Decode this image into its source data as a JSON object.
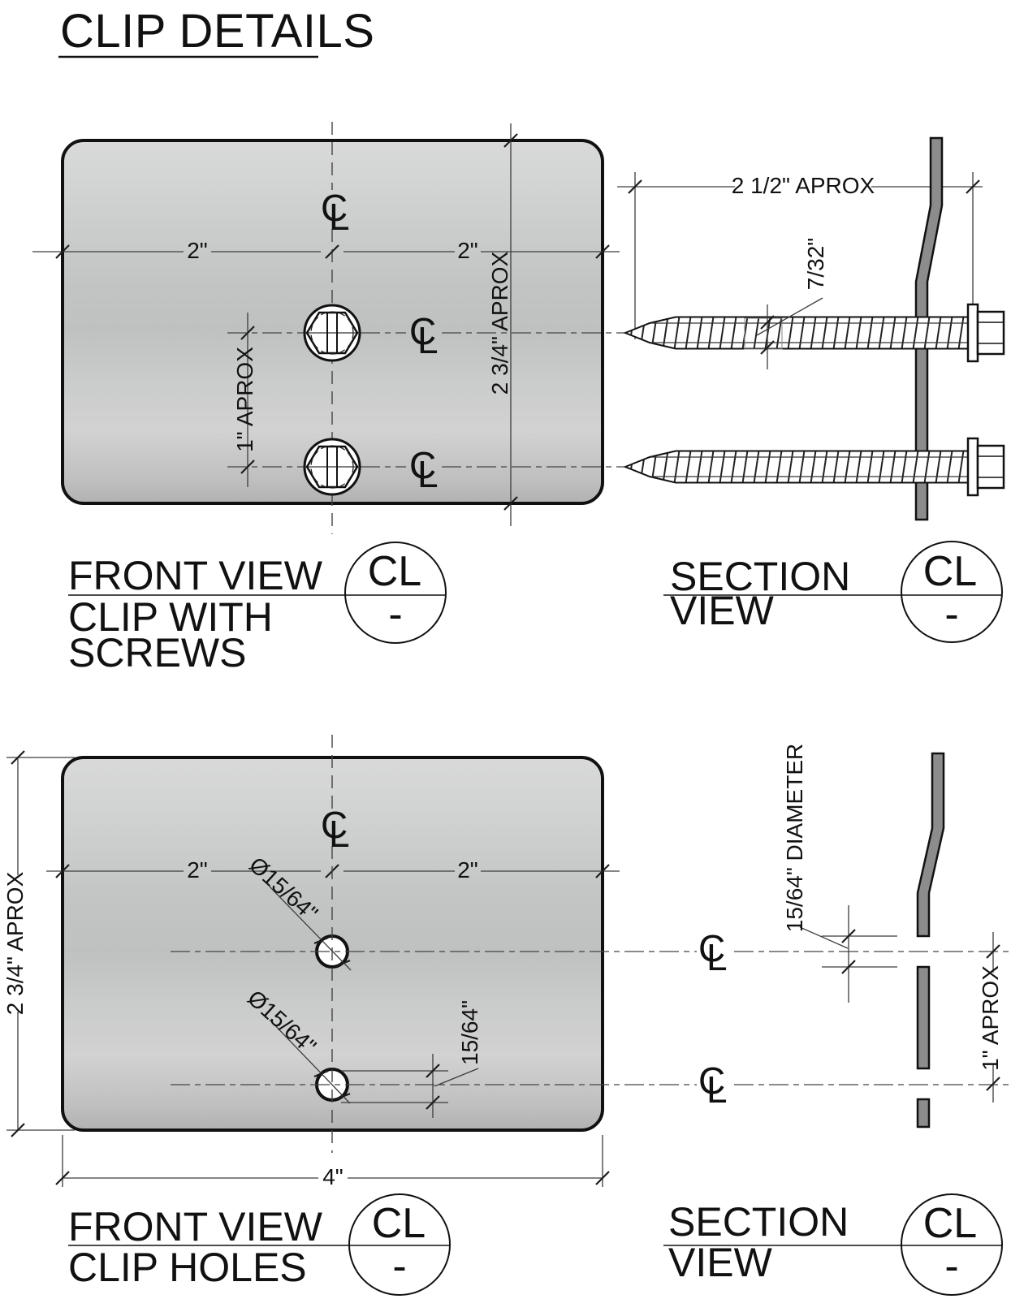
{
  "title": {
    "text": "CLIP DETAILS"
  },
  "symbols": {
    "c": "C",
    "l": "L",
    "tag_top": "CL",
    "tag_bottom": "-"
  },
  "front_screws": {
    "caption": [
      "FRONT VIEW",
      "CLIP WITH",
      "SCREWS"
    ],
    "dim_left": "2\"",
    "dim_right": "2\"",
    "dim_height": "2 3/4\" APROX",
    "dim_spacing": "1\" APROX"
  },
  "section_screws": {
    "caption": [
      "SECTION",
      "VIEW"
    ],
    "dim_width": "2 1/2\" APROX",
    "dim_thread": "7/32\""
  },
  "front_holes": {
    "caption": [
      "FRONT VIEW",
      "CLIP HOLES"
    ],
    "dim_left": "2\"",
    "dim_right": "2\"",
    "dim_height": "2 3/4\" APROX",
    "dim_width": "4\"",
    "hole1_label": "Ø15/64\"",
    "hole2_label": "Ø15/64\"",
    "hole_offset": "15/64\""
  },
  "section_holes": {
    "caption": [
      "SECTION",
      "VIEW"
    ],
    "dim_hole": "15/64\" DIAMETER",
    "dim_spacing": "1\" APROX"
  },
  "colors": {
    "plate_light": "#d8d8d8",
    "plate_dark": "#b5b5b5",
    "section_plate": "#8c8c8c",
    "line": "#111111",
    "background": "#ffffff"
  }
}
